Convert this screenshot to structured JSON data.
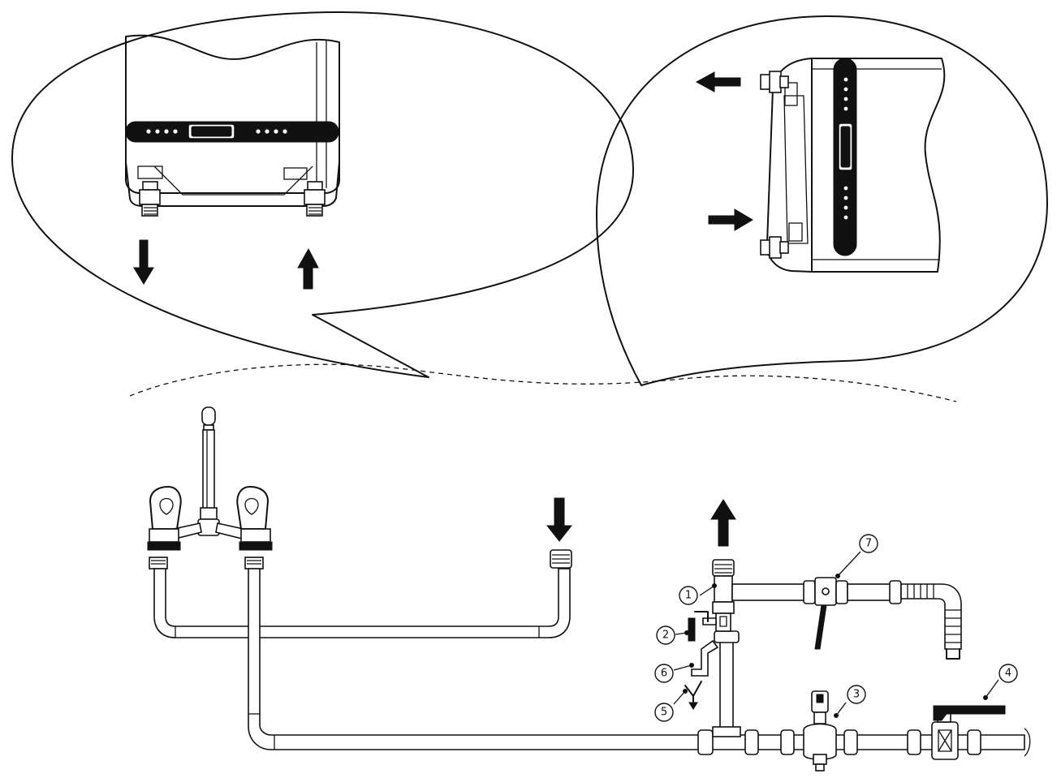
{
  "callouts": [
    {
      "id": "1",
      "label": "1"
    },
    {
      "id": "2",
      "label": "2"
    },
    {
      "id": "3",
      "label": "3"
    },
    {
      "id": "4",
      "label": "4"
    },
    {
      "id": "5",
      "label": "5"
    },
    {
      "id": "6",
      "label": "6"
    },
    {
      "id": "7",
      "label": "7"
    }
  ],
  "views": {
    "left_bubble": "heater-bottom-connections",
    "right_bubble": "heater-side-connections"
  },
  "icons": {
    "flow_arrow": "arrow-icon",
    "faucet": "mixer-tap-icon",
    "valve": "ball-valve-icon",
    "hose": "corrugated-drain-hose-icon"
  }
}
